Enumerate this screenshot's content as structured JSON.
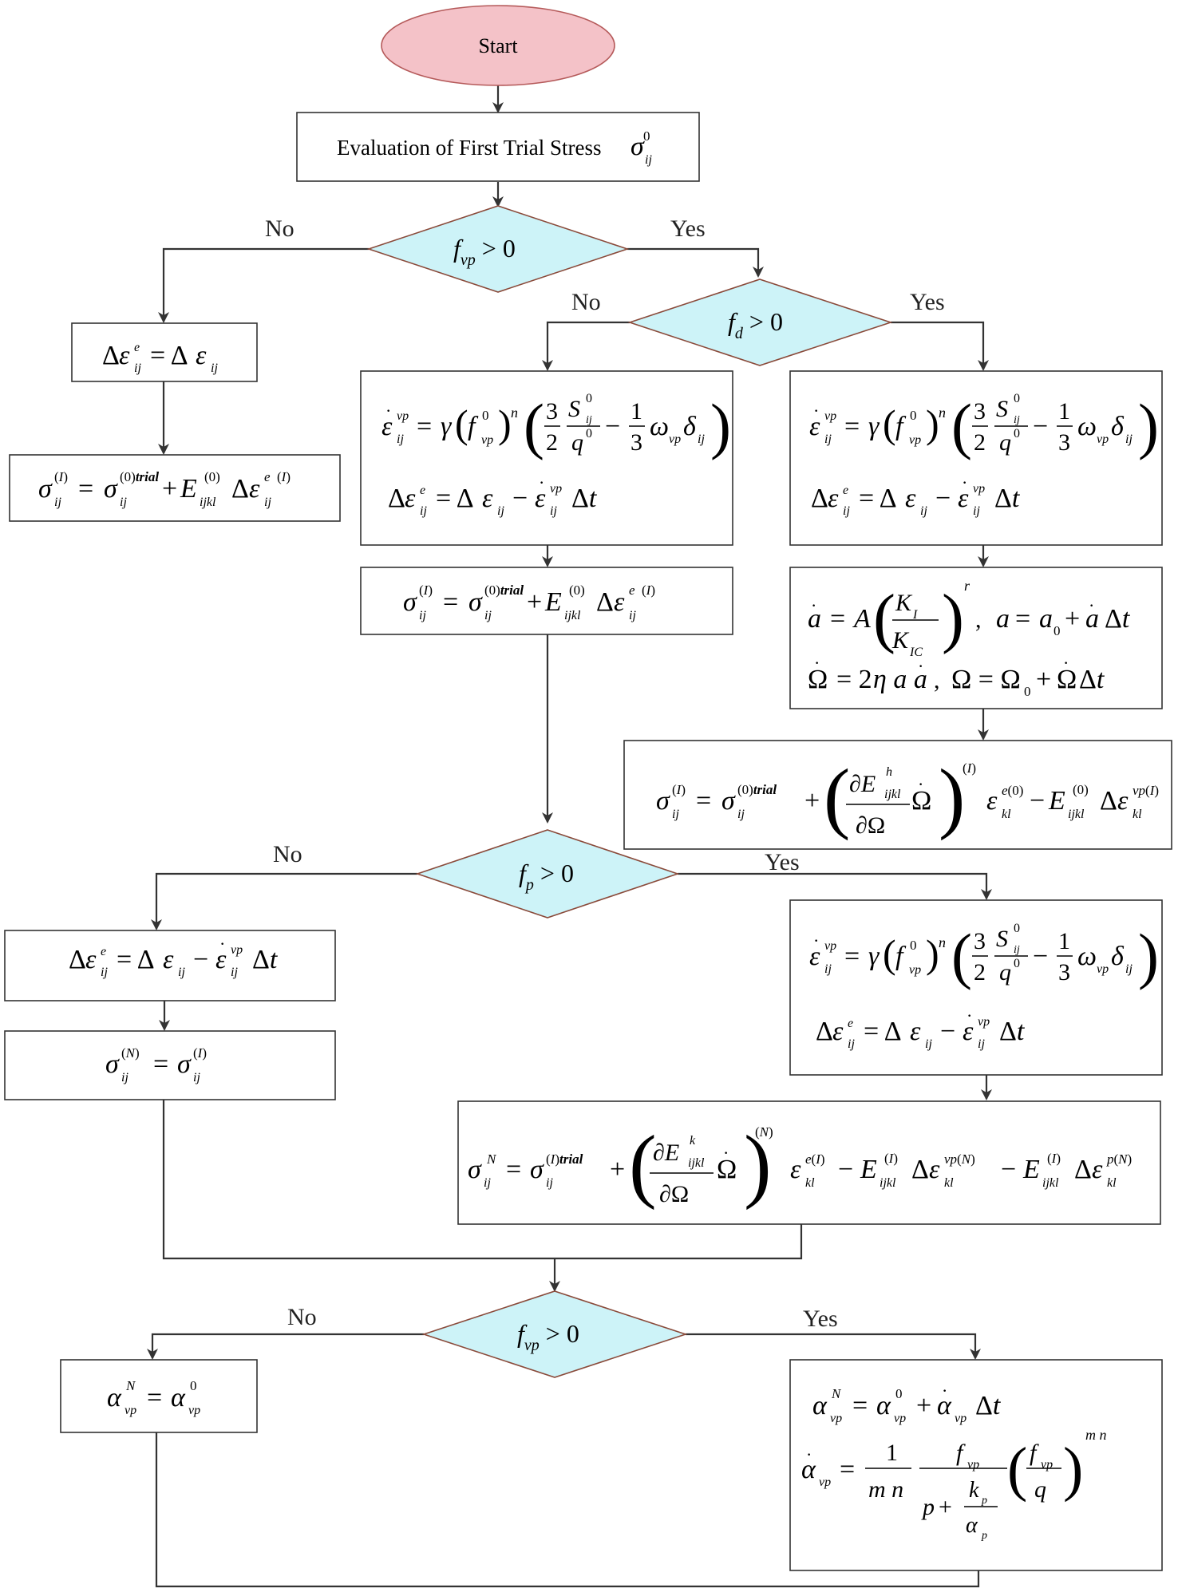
{
  "colors": {
    "start_fill": "#f4c2c8",
    "start_stroke": "#b55a5a",
    "decision_fill": "#cdf3f8",
    "decision_stroke": "#8a4a3a",
    "line": "#333333"
  },
  "start": {
    "label": "Start"
  },
  "step1": {
    "label": "Evaluation of First Trial Stress"
  },
  "decision_fvp_1": {
    "f": "f",
    "sub": "vp",
    "rel": " > 0",
    "no": "No",
    "yes": "Yes"
  },
  "decision_fd": {
    "f": "f",
    "sub": "d",
    "rel": " > 0",
    "no": "No",
    "yes": "Yes"
  },
  "decision_fp": {
    "f": "f",
    "sub": "p",
    "rel": " > 0",
    "no": "No",
    "yes": "Yes"
  },
  "decision_fvp_2": {
    "f": "f",
    "sub": "vp",
    "rel": " > 0",
    "no": "No",
    "yes": "Yes"
  }
}
